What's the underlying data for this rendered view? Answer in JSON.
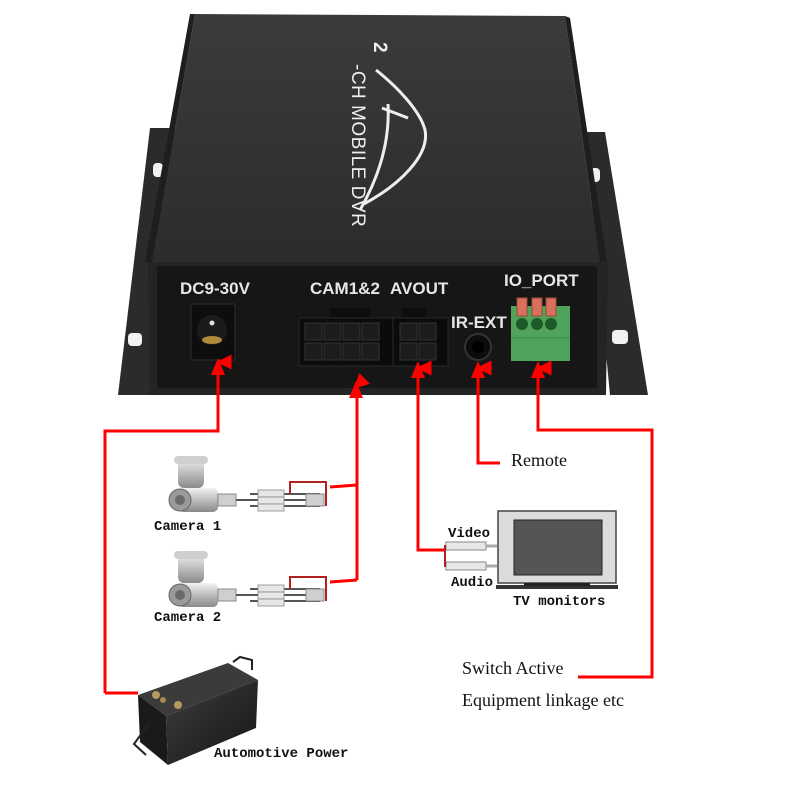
{
  "device": {
    "logo_number": "2",
    "logo_text": "-CH MOBILE DVR",
    "body_color": "#2e2f31",
    "panel_color": "#1a1a1b"
  },
  "ports": {
    "power": "DC9-30V",
    "cameras": "CAM1&2",
    "avout": "AVOUT",
    "ir": "IR-EXT",
    "io": "IO_PORT"
  },
  "labels": {
    "camera1": "Camera 1",
    "camera2": "Camera 2",
    "remote": "Remote",
    "video": "Video",
    "audio": "Audio",
    "tv": "TV monitors",
    "switch_line1": "Switch Active",
    "switch_line2": "Equipment linkage etc",
    "power": "Automotive Power"
  },
  "colors": {
    "wire": "#ff0000",
    "io_terminal": "#4fa35a",
    "io_lever": "#d9705e"
  }
}
